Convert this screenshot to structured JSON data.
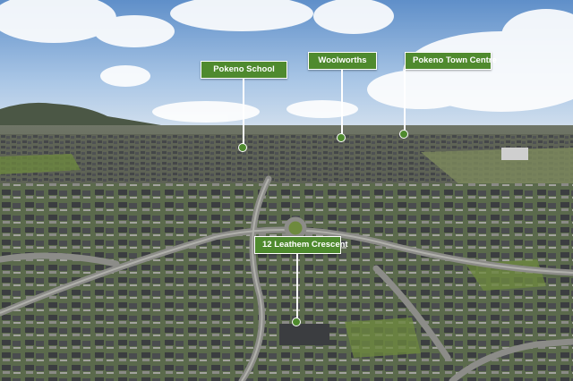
{
  "callouts": [
    {
      "key": "pokeno-school",
      "label": "Pokeno School"
    },
    {
      "key": "woolworths",
      "label": "Woolworths"
    },
    {
      "key": "pokeno-town-centre",
      "label": "Pokeno Town Centre"
    },
    {
      "key": "property",
      "label": "12 Leathem Crescent"
    }
  ],
  "colors": {
    "label_fill": "#4f8a2e",
    "label_text": "#ffffff",
    "sky": "#8ab0d6"
  }
}
